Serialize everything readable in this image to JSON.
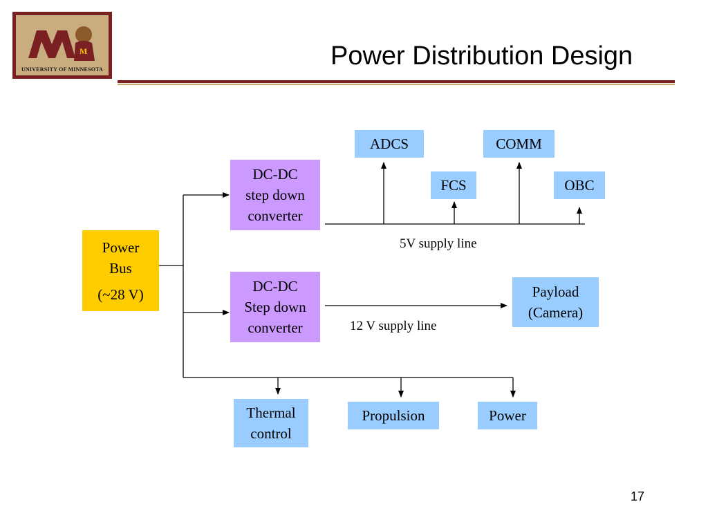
{
  "slide": {
    "title": "Power Distribution Design",
    "page_number": "17",
    "logo_text": "UNIVERSITY OF MINNESOTA"
  },
  "colors": {
    "blue_box": "#99ccff",
    "purple_box": "#cc99ff",
    "yellow_box": "#ffcc00",
    "rule": "#7a1f22"
  },
  "diagram": {
    "power_bus": {
      "line1": "Power",
      "line2": "Bus",
      "line3": "(~28 V)"
    },
    "converter_5v": {
      "line1": "DC-DC",
      "line2": "step down",
      "line3": "converter"
    },
    "converter_12v": {
      "line1": "DC-DC",
      "line2": "Step down",
      "line3": "converter"
    },
    "supply_5v_label": "5V supply line",
    "supply_12v_label": "12 V supply line",
    "loads_5v": [
      "ADCS",
      "FCS",
      "COMM",
      "OBC"
    ],
    "payload": {
      "line1": "Payload",
      "line2": "(Camera)"
    },
    "loads_bus": {
      "thermal": {
        "line1": "Thermal",
        "line2": "control"
      },
      "propulsion": "Propulsion",
      "power": "Power"
    }
  }
}
